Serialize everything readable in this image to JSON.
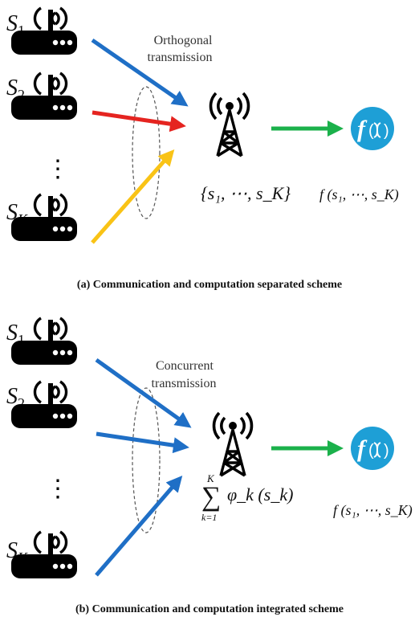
{
  "panel_a": {
    "sources": [
      {
        "var": "S",
        "sub": "1"
      },
      {
        "var": "S",
        "sub": "2"
      },
      {
        "var": "S",
        "sub": "K"
      }
    ],
    "dots": "⋮",
    "channel_label_line1": "Orthogonal",
    "channel_label_line2": "transmission",
    "bs_set_text": "{s₁, ⋯, s_K}",
    "function_label": "f (s₁, ⋯, s_K)",
    "caption": "(a) Communication and computation separated scheme",
    "arrow_colors": [
      "#1f6fc6",
      "#e52420",
      "#f9c316"
    ]
  },
  "panel_b": {
    "sources": [
      {
        "var": "S",
        "sub": "1"
      },
      {
        "var": "S",
        "sub": "2"
      },
      {
        "var": "S",
        "sub": "K"
      }
    ],
    "dots": "⋮",
    "channel_label_line1": "Concurrent",
    "channel_label_line2": "transmission",
    "sum_upper": "K",
    "sum_lower": "k=1",
    "sum_body": "φ_k (s_k)",
    "function_label": "f (s₁, ⋯, s_K)",
    "caption": "(b) Communication and computation integrated scheme",
    "arrow_colors": [
      "#1f6fc6",
      "#1f6fc6",
      "#1f6fc6"
    ]
  },
  "colors": {
    "output_arrow": "#1bb14b",
    "function_icon": "#1e9fd6",
    "device": "#000000"
  },
  "icons": [
    "router-icon",
    "base-station-tower-icon",
    "function-dna-icon"
  ]
}
